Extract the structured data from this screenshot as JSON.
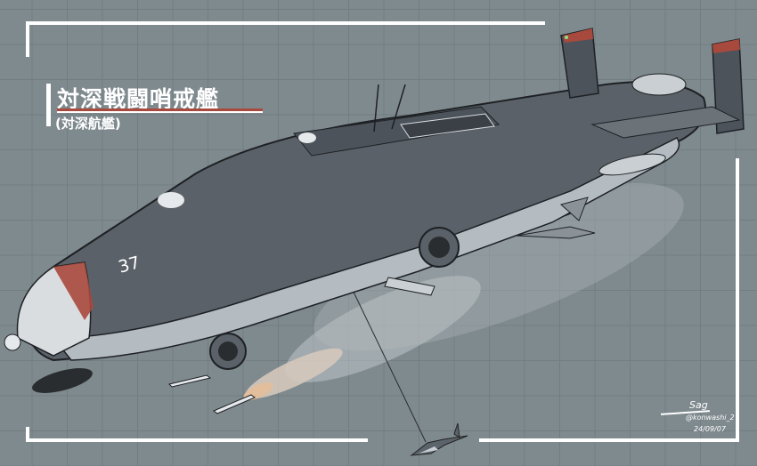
{
  "title": {
    "main": "対深戦闘哨戒艦",
    "sub": "(対深航艦)"
  },
  "hull_number": "37",
  "signature": {
    "name": "Sag",
    "handle": "@konwashi_2",
    "date": "24/09/07"
  },
  "colors": {
    "background": "#7f8a8f",
    "grid": "#727d82",
    "frame": "#ffffff",
    "accent_red": "#a8493d",
    "hull_dark": "#4c535b",
    "hull_light": "#b4bcc2"
  }
}
